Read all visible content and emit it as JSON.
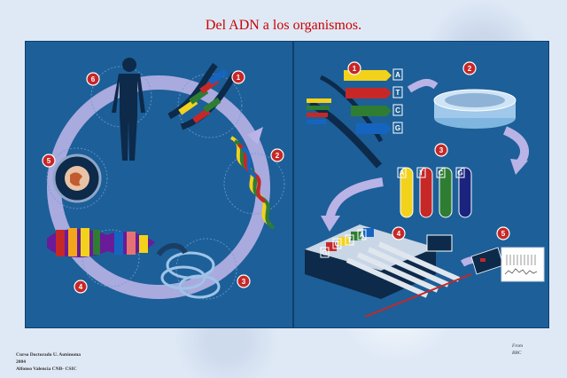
{
  "title": "Del ADN a los organismos.",
  "left_panel": {
    "step_numbers": [
      "1",
      "2",
      "3",
      "4",
      "5",
      "6"
    ]
  },
  "right_panel": {
    "step_numbers": [
      "1",
      "2",
      "3",
      "4",
      "5"
    ],
    "base_tags": [
      "A",
      "T",
      "C",
      "G"
    ],
    "tube_labels": [
      "A",
      "T",
      "C",
      "G"
    ],
    "tray_labels": [
      "G",
      "C",
      "T",
      "A"
    ]
  },
  "footer": {
    "line1": "Curso Doctorado U. Autónoma",
    "line2": "2004",
    "line3": "Alfonso Valencia CNB- CSIC",
    "credit_line1": "From",
    "credit_line2": "BBC"
  },
  "colors": {
    "panel": "#1d5f98",
    "step_badge": "#c62828",
    "title": "#cc0000"
  }
}
